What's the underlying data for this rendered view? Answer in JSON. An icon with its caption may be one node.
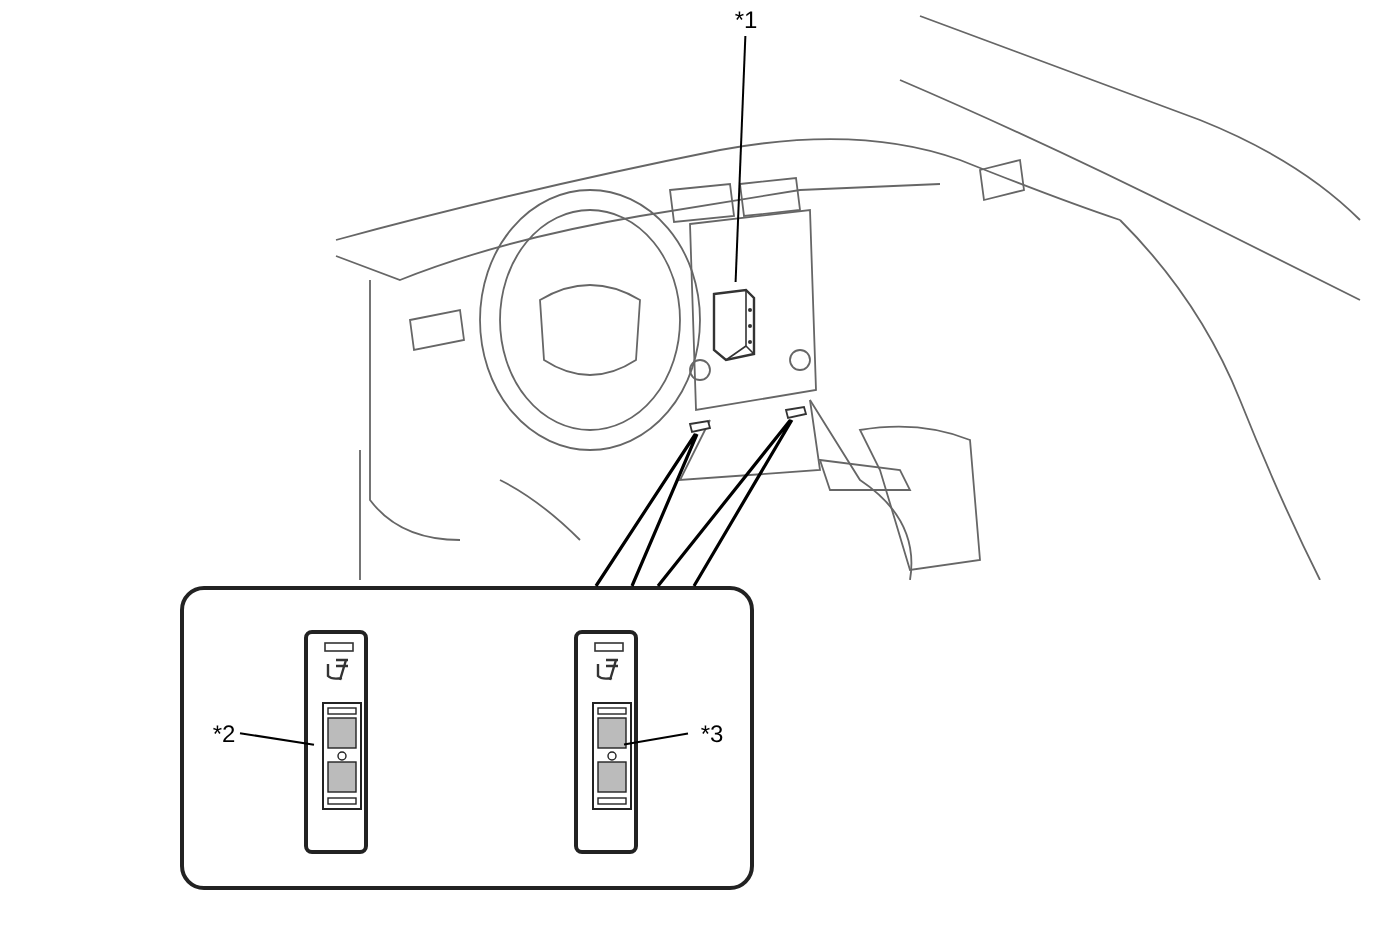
{
  "diagram": {
    "nodes": [
      {
        "text": [
          "*1"
        ]
      },
      {
        "text": [],
        "shape": "box"
      },
      {
        "text": [],
        "shape": "box"
      },
      {
        "text": [],
        "shape": "box"
      },
      {
        "text": [],
        "shape": "box"
      },
      {
        "text": [],
        "shape": "box",
        "in": 4
      },
      {
        "text": [],
        "shape": "box",
        "in": 4
      },
      {
        "text": [
          "*2"
        ],
        "in": 4
      },
      {
        "text": [],
        "shape": "box",
        "in": 5
      },
      {
        "text": [
          "*3"
        ],
        "in": 4
      },
      {
        "text": [],
        "shape": "box",
        "in": 6
      }
    ],
    "edges": [
      {
        "from": 0,
        "to": 1,
        "arrow": "none"
      },
      {
        "from": 4,
        "to": 2,
        "arrow": "none"
      },
      {
        "from": 4,
        "to": 3,
        "arrow": "none"
      },
      {
        "from": 7,
        "to": 8,
        "arrow": "none"
      },
      {
        "from": 9,
        "to": 10,
        "arrow": "none"
      }
    ]
  }
}
